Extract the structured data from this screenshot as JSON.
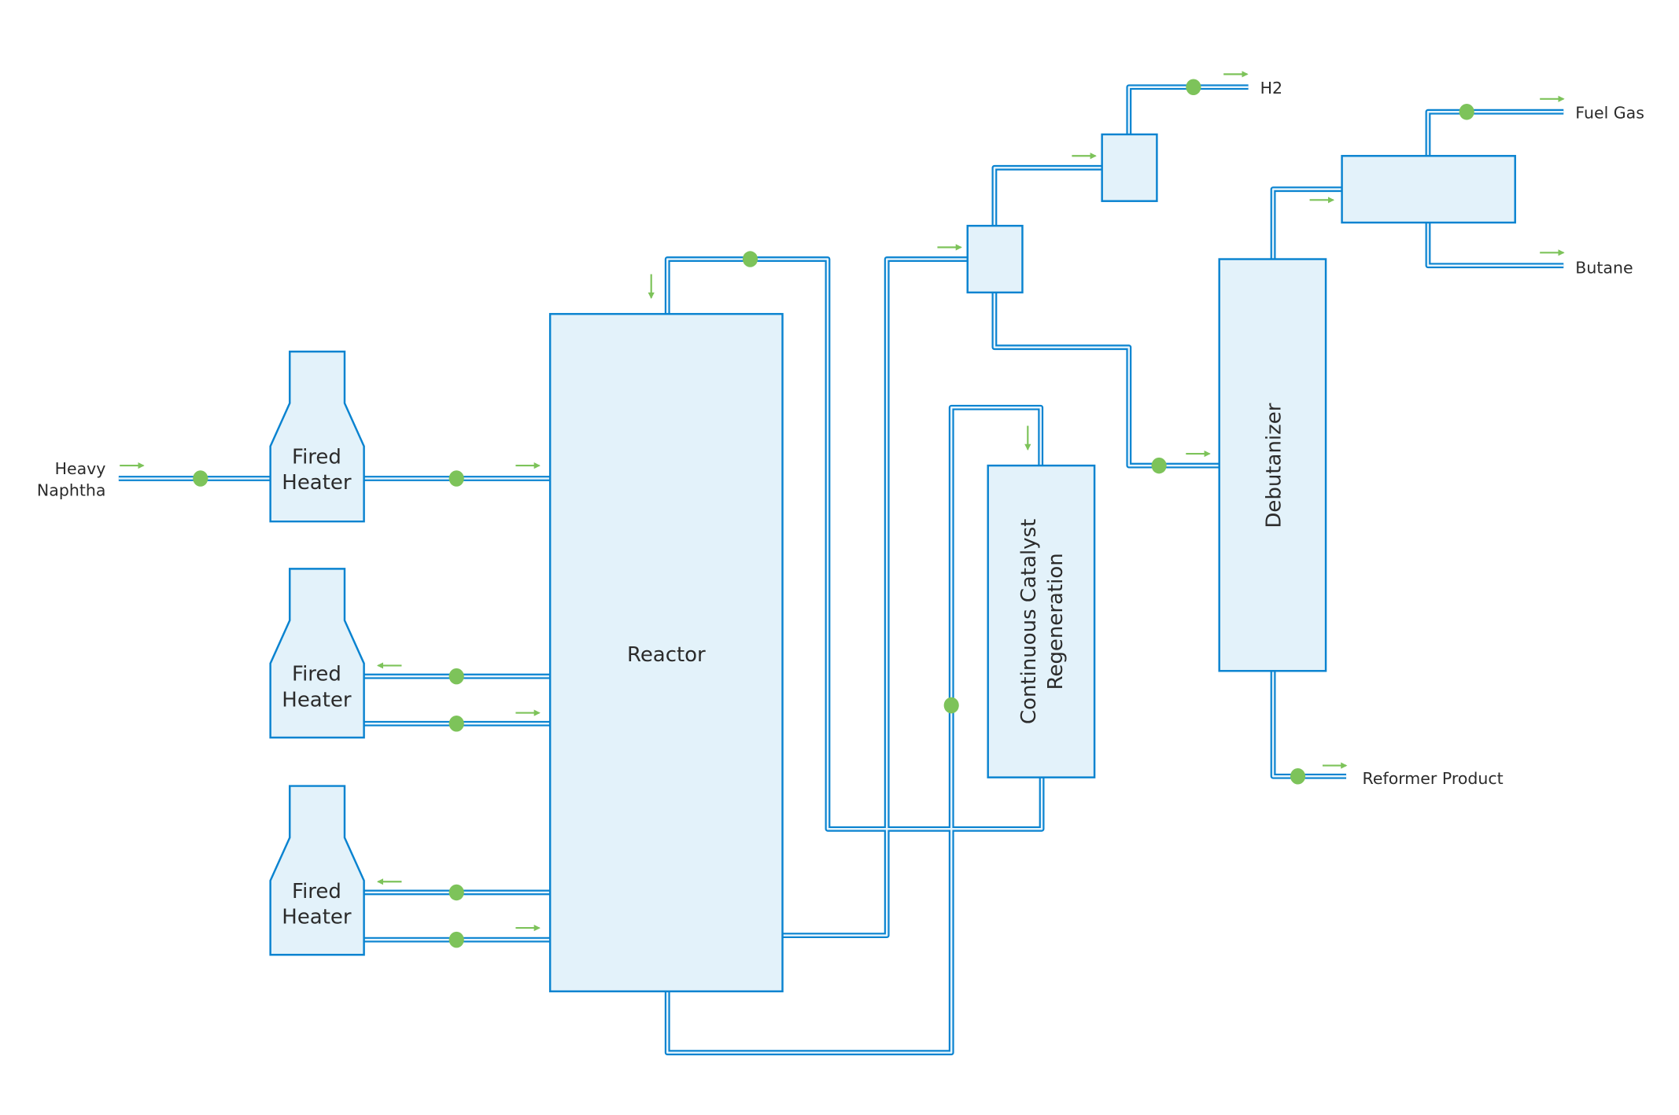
{
  "diagram": {
    "colors": {
      "pipe": "#0a83d0",
      "unit_fill": "#e3f2fa",
      "valve": "#7dc35a",
      "flow_arrow": "#7dc35a",
      "text": "#2b2b2b"
    },
    "streams": {
      "feed_line1": "Heavy",
      "feed_line2": "Naphtha",
      "h2": "H2",
      "fuel_gas": "Fuel Gas",
      "butane": "Butane",
      "reformer_product": "Reformer Product"
    },
    "units": {
      "heater1_line1": "Fired",
      "heater1_line2": "Heater",
      "heater2_line1": "Fired",
      "heater2_line2": "Heater",
      "heater3_line1": "Fired",
      "heater3_line2": "Heater",
      "reactor": "Reactor",
      "ccr_line1": "Continuous Catalyst",
      "ccr_line2": "Regeneration",
      "debutanizer": "Debutanizer"
    }
  }
}
